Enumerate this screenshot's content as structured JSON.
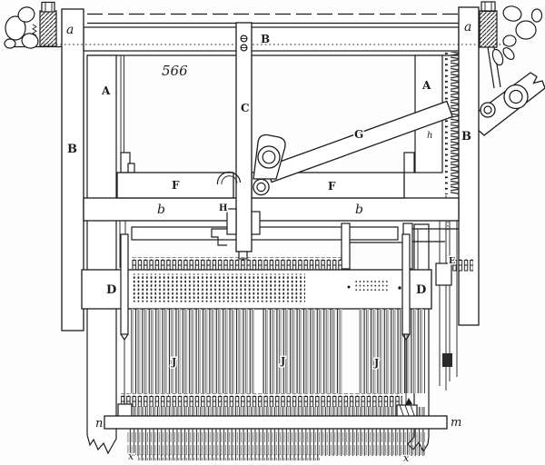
{
  "figure": {
    "number": "566"
  },
  "colors": {
    "ink": "#1c1c1c",
    "paper": "#ffffff",
    "heddle_shade": "#c9c9c9"
  },
  "labels": {
    "figure_number": "566",
    "top_beam_left_a": "a",
    "top_beam_right_a": "a",
    "top_beam_B": "B",
    "left_post_B": "B",
    "right_post_B": "B",
    "left_frame_A": "A",
    "right_frame_A": "A",
    "needle_bar_C": "C",
    "lever_G": "G",
    "left_griff_F": "F",
    "right_griff_F": "F",
    "left_rail_b": "b",
    "right_rail_b": "b",
    "hook_H": "H",
    "rack_h": "h",
    "lifter_E": "E",
    "needle_board_D_left": "D",
    "needle_board_D_right": "D",
    "heddles_J_left": "J",
    "heddles_J_middle": "J",
    "heddles_J_right": "J",
    "bottom_rail_n": "n",
    "bottom_rail_m": "m",
    "warp_x_left": "x",
    "warp_x_right": "x"
  }
}
